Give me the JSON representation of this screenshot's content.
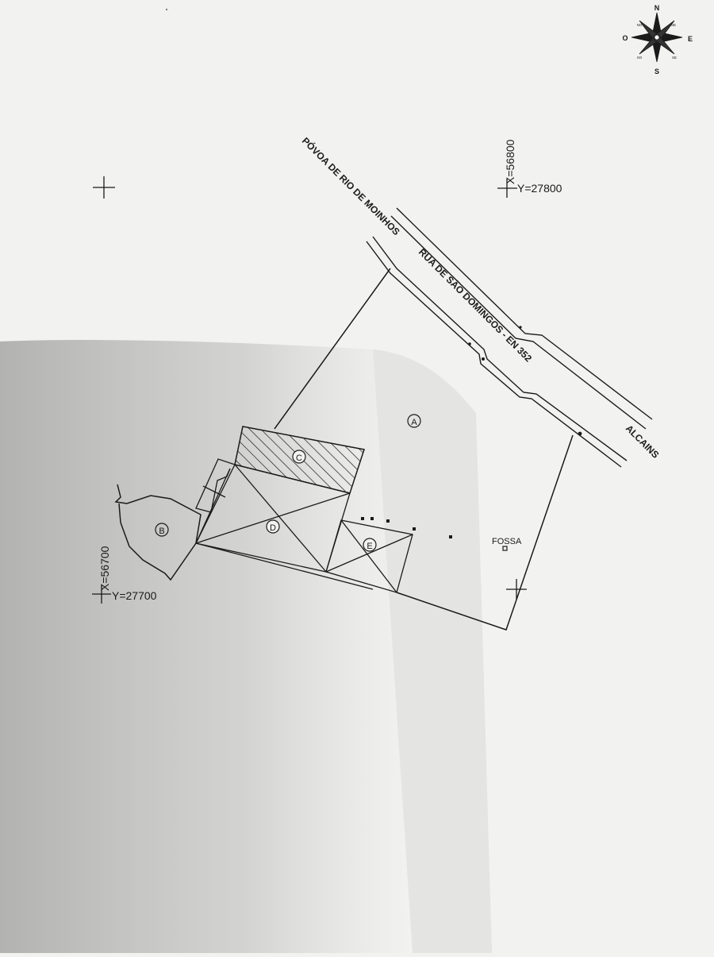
{
  "compass": {
    "n": "N",
    "s": "S",
    "e": "E",
    "o": "O",
    "ne": "NE",
    "no": "NO",
    "se": "SE",
    "so": "SO"
  },
  "coordinates": {
    "top": {
      "x": "X=56800",
      "y": "Y=27800"
    },
    "bottom": {
      "x": "X=56700",
      "y": "Y=27700"
    }
  },
  "places": {
    "povoa": "PÓVOA DE RIO DE MOINHOS",
    "road": "RUA DE SÃO DOMINGOS - EN 352",
    "alcains": "ALCAINS"
  },
  "parcels": {
    "a": "A",
    "b": "B",
    "c": "C",
    "d": "D",
    "e": "E"
  },
  "features": {
    "fossa": "FOSSA"
  },
  "colors": {
    "paper": "#f2f2f0",
    "ink": "#1a1a1a",
    "shadow": "#8f8f8f"
  }
}
